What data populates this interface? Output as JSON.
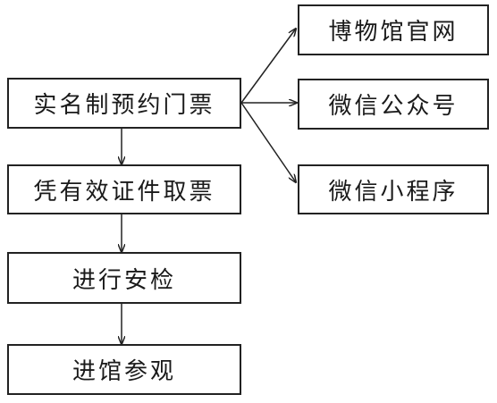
{
  "flow": {
    "steps": [
      {
        "label": "实名制预约门票"
      },
      {
        "label": "凭有效证件取票"
      },
      {
        "label": "进行安检"
      },
      {
        "label": "进馆参观"
      }
    ],
    "channels": [
      {
        "label": "博物馆官网"
      },
      {
        "label": "微信公众号"
      },
      {
        "label": "微信小程序"
      }
    ]
  },
  "colors": {
    "line": "#222222",
    "text": "#1a1a1a",
    "background": "#ffffff"
  }
}
